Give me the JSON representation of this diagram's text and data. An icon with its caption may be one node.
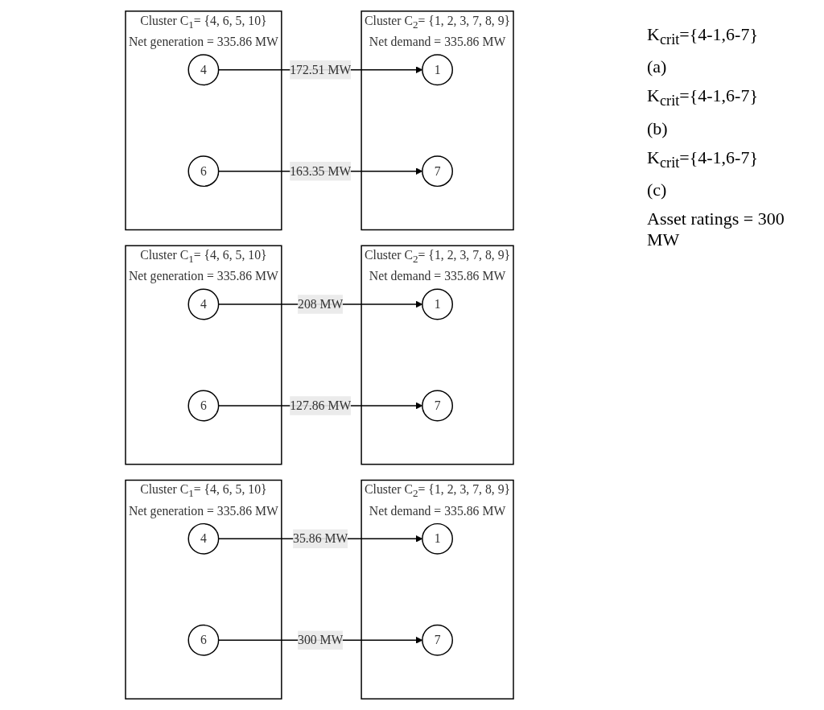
{
  "diagram": {
    "nodes": [
      {
        "text": [
          "Cluster C$_{1}$= {4, 6, 5, 10}",
          "Net generation = 335.86 MW"
        ]
      },
      {
        "text": [
          "4"
        ],
        "in": 0
      },
      {
        "text": [
          "6"
        ],
        "in": 0
      },
      {
        "text": [
          "Cluster C$_{2}$= {1, 2, 3, 7, 8, 9}",
          "Net demand = 335.86 MW"
        ]
      },
      {
        "text": [
          "1"
        ],
        "in": 3
      },
      {
        "text": [
          "7"
        ],
        "in": 3
      },
      {
        "text": [
          "Cluster C$_{1}$= {4, 6, 5, 10}",
          "Net generation = 335.86 MW"
        ]
      },
      {
        "text": [
          "4"
        ],
        "in": 6
      },
      {
        "text": [
          "6"
        ],
        "in": 6
      },
      {
        "text": [
          "Cluster C$_{2}$= {1, 2, 3, 7, 8, 9}",
          "Net demand = 335.86 MW"
        ]
      },
      {
        "text": [
          "1"
        ],
        "in": 9
      },
      {
        "text": [
          "7"
        ],
        "in": 9
      },
      {
        "text": [
          "Cluster C$_{1}$= {4, 6, 5, 10}",
          "Net generation = 335.86 MW"
        ]
      },
      {
        "text": [
          "4"
        ],
        "in": 12
      },
      {
        "text": [
          "6"
        ],
        "in": 12
      },
      {
        "text": [
          "Cluster C$_{2}$= {1, 2, 3, 7, 8, 9}",
          "Net demand = 335.86 MW"
        ]
      },
      {
        "text": [
          "1"
        ],
        "in": 15
      },
      {
        "text": [
          "7"
        ],
        "in": 15
      }
    ],
    "edges": [
      {
        "from": 1,
        "to": 4,
        "arrow": "to",
        "label": "172.51 MW"
      },
      {
        "from": 2,
        "to": 5,
        "arrow": "to",
        "label": "163.35 MW"
      },
      {
        "from": 7,
        "to": 10,
        "arrow": "to",
        "label": "208 MW"
      },
      {
        "from": 8,
        "to": 11,
        "arrow": "to",
        "label": "127.86 MW"
      },
      {
        "from": 13,
        "to": 16,
        "arrow": "to",
        "label": "35.86 MW"
      },
      {
        "from": 14,
        "to": 17,
        "arrow": "to",
        "label": "300 MW"
      }
    ],
    "labels": [
      "K$_{crit}$={4-1,6-7}",
      "(a)",
      "K$_{crit}$={4-1,6-7}",
      "(b)",
      "K$_{crit}$={4-1,6-7}",
      "(c)",
      "Asset ratings = 300 MW"
    ]
  }
}
